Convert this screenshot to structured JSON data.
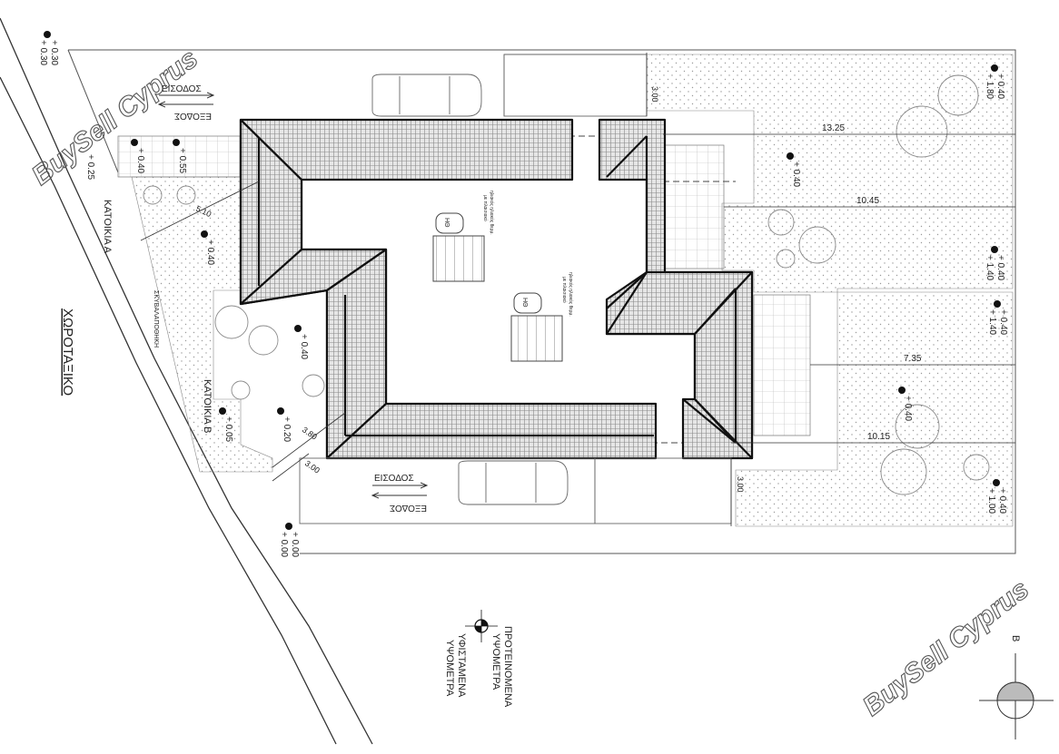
{
  "watermark": "BuySell Cyprus",
  "labels": {
    "house_a": "ΚΑΤΟΙΚΙΑ Α",
    "house_b": "ΚΑΤΟΙΚΙΑ Β",
    "road": "ΧΩΡΟΤΑΞΙΚΟ",
    "trash": "ΣΚΥΒΑΛΑΠΟΘΗΚΗ",
    "entrance": "ΕΙΣΟΔΟΣ",
    "exit": "ΕΞΟΔΟΣ",
    "north": "Β",
    "solar_note_1": "ηλιακός ηλιακός θερμ.",
    "solar_note_2": "με πλαισιακό",
    "heater": "ΗΘ"
  },
  "legend": {
    "proposed": "ΠΡΟΤΕΙΝΟΜΕΝΑ",
    "proposed_2": "ΥΨΟΜΕΤΡΑ",
    "existing": "ΥΦΙΣΤΑΜΕΝΑ",
    "existing_2": "ΥΨΟΜΕΤΡΑ"
  },
  "dimensions": {
    "d1": "13.25",
    "d2": "10.45",
    "d3": "7.35",
    "d4": "10.15",
    "d5": "3.00",
    "d6": "3.00",
    "d7": "5.10",
    "d8": "3.80",
    "d9": "3.00"
  },
  "levels": {
    "l1": "+ 0.30",
    "l1b": "+ 0.30",
    "l2": "+ 0.25",
    "l3": "+ 0.40",
    "l4": "+ 0.55",
    "l5": "+ 0.40",
    "l6": "+ 0.40",
    "l7": "+ 0.05",
    "l8": "+ 0.20",
    "l9": "+ 0.00",
    "l9b": "+ 0.00",
    "l10": "+ 0.40",
    "l10b": "+ 1.80",
    "l11": "+ 0.40",
    "l12": "+ 0.40",
    "l12b": "+ 1.40",
    "l13": "+ 0.40",
    "l13b": "+ 1.40",
    "l14": "+ 0.40",
    "l15": "+ 0.40",
    "l15b": "+ 1.00"
  }
}
